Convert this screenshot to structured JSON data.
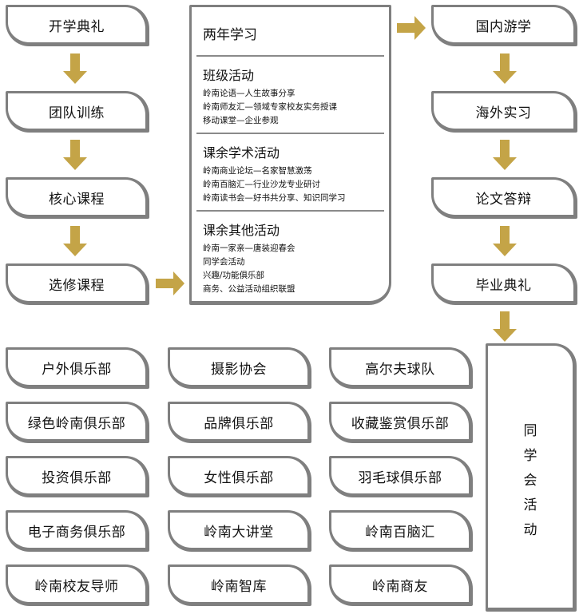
{
  "left_flow": [
    "开学典礼",
    "团队训练",
    "核心课程",
    "选修课程"
  ],
  "right_flow": [
    "国内游学",
    "海外实习",
    "论文答辩",
    "毕业典礼"
  ],
  "center": {
    "title": "两年学习",
    "sections": [
      {
        "title": "班级活动",
        "items": [
          "岭南论语—人生故事分享",
          "岭南师友汇—领域专家校友实务授课",
          "移动课堂—企业参观"
        ]
      },
      {
        "title": "课余学术活动",
        "items": [
          "岭南商业论坛—名家智慧激荡",
          "岭南百脑汇—行业沙龙专业研讨",
          "岭南读书会—好书共分享、知识同学习"
        ]
      },
      {
        "title": "课余其他活动",
        "items": [
          "岭南一家亲—唐装迎春会",
          "同学会活动",
          "兴趣/功能俱乐部",
          "商务、公益活动组织联盟"
        ]
      }
    ]
  },
  "clubs": {
    "col1": [
      "户外俱乐部",
      "绿色岭南俱乐部",
      "投资俱乐部",
      "电子商务俱乐部",
      "岭南校友导师"
    ],
    "col2": [
      "摄影协会",
      "品牌俱乐部",
      "女性俱乐部",
      "岭南大讲堂",
      "岭南智库"
    ],
    "col3": [
      "高尔夫球队",
      "收藏鉴赏俱乐部",
      "羽毛球俱乐部",
      "岭南百脑汇",
      "岭南商友"
    ]
  },
  "alumni_box": {
    "chars": [
      "同",
      "学",
      "会",
      "活",
      "动"
    ]
  },
  "colors": {
    "arrow": "#c4a447",
    "border": "#7f7f7f",
    "divider": "#8a8a8a"
  }
}
